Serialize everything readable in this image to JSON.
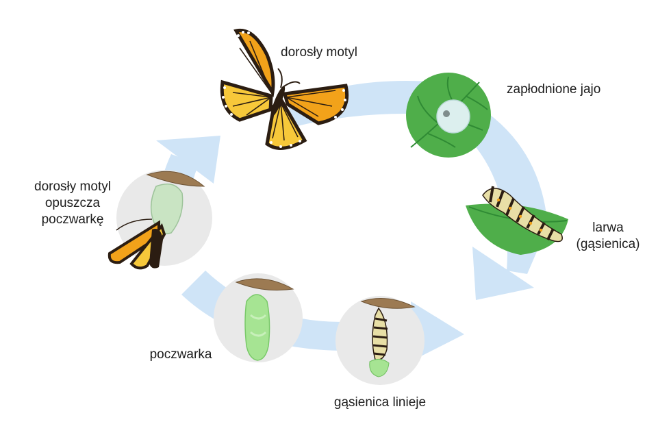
{
  "colors": {
    "arrow": "#cfe4f7",
    "bubble": "#e9e9e9",
    "leaf": "#4fae4a",
    "leaf_dark": "#2f8a34",
    "wing_orange": "#f2a21a",
    "wing_yellow": "#f7c83a",
    "wing_black": "#2b1d12",
    "chrysalis": "#a6e493",
    "egg": "#dcefee",
    "twig": "#9c7a52"
  },
  "stages": {
    "adult": {
      "label": "dorosły motyl",
      "icon": "butterfly-icon"
    },
    "egg": {
      "label": "zapłodnione jajo",
      "icon": "egg-on-leaf-icon"
    },
    "larva": {
      "label_line1": "larwa",
      "label_line2": "(gąsienica)",
      "icon": "caterpillar-on-leaf-icon"
    },
    "molting": {
      "label": "gąsienica linieje",
      "icon": "hanging-caterpillar-icon"
    },
    "pupa": {
      "label": "poczwarka",
      "icon": "chrysalis-icon"
    },
    "emerging": {
      "label_line1": "dorosły motyl",
      "label_line2": "opuszcza",
      "label_line3": "poczwarkę",
      "icon": "emerging-butterfly-icon"
    }
  }
}
